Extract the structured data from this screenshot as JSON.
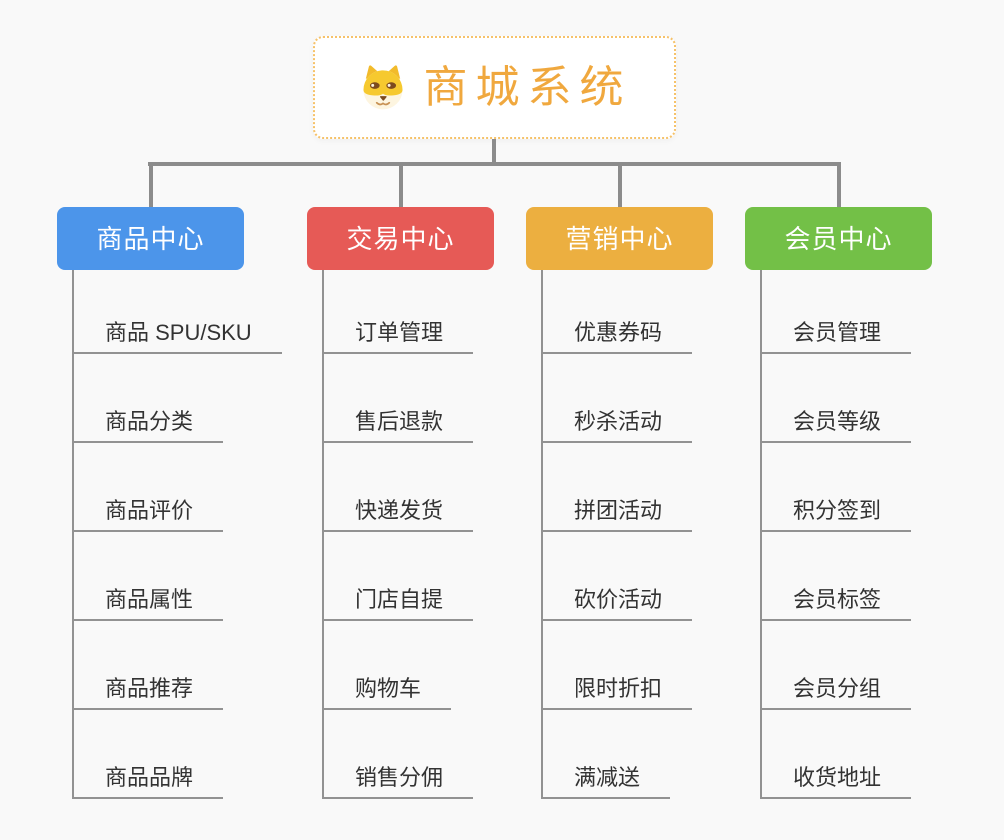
{
  "root": {
    "title": "商城系统",
    "icon": "shiba-dog-icon"
  },
  "branches": [
    {
      "label": "商品中心",
      "color": "#4C95EA",
      "children": [
        "商品 SPU/SKU",
        "商品分类",
        "商品评价",
        "商品属性",
        "商品推荐",
        "商品品牌"
      ]
    },
    {
      "label": "交易中心",
      "color": "#E65A56",
      "children": [
        "订单管理",
        "售后退款",
        "快递发货",
        "门店自提",
        "购物车",
        "销售分佣"
      ]
    },
    {
      "label": "营销中心",
      "color": "#ECAF40",
      "children": [
        "优惠券码",
        "秒杀活动",
        "拼团活动",
        "砍价活动",
        "限时折扣",
        "满减送"
      ]
    },
    {
      "label": "会员中心",
      "color": "#73C047",
      "children": [
        "会员管理",
        "会员等级",
        "积分签到",
        "会员标签",
        "会员分组",
        "收货地址"
      ]
    }
  ],
  "colors": {
    "background": "#f9f9f9",
    "connector": "#8c8c8c",
    "leaf_line": "#929292",
    "leaf_text": "#333333",
    "root_text": "#f0a83e",
    "root_border": "#f6c26a",
    "node_text": "#ffffff"
  }
}
